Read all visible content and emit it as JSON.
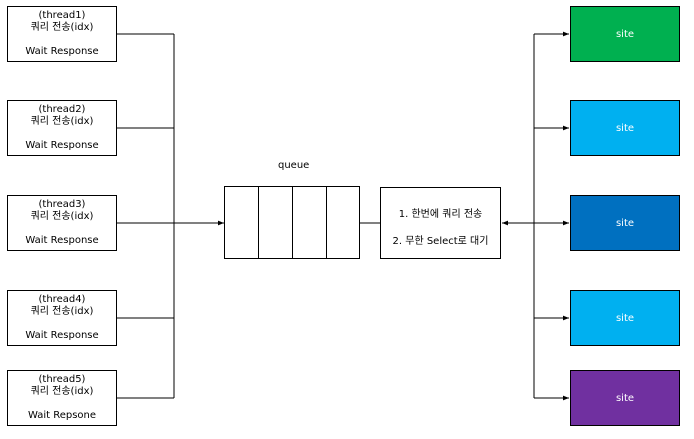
{
  "threads": [
    {
      "name": "(thread1)",
      "action": "쿼리 전송(idx)",
      "status": "Wait Response"
    },
    {
      "name": "(thread2)",
      "action": "쿼리 전송(idx)",
      "status": "Wait Response"
    },
    {
      "name": "(thread3)",
      "action": "쿼리 전송(idx)",
      "status": "Wait Response"
    },
    {
      "name": "(thread4)",
      "action": "쿼리 전송(idx)",
      "status": "Wait Response"
    },
    {
      "name": "(thread5)",
      "action": "쿼리 전송(idx)",
      "status": "Wait Repsone"
    }
  ],
  "queue": {
    "label": "queue",
    "slots": 4
  },
  "processor": {
    "line1": "1. 한번에 쿼리 전송",
    "line2": "2. 무한 Select로 대기"
  },
  "sites": [
    {
      "label": "site",
      "color": "#00b050"
    },
    {
      "label": "site",
      "color": "#00b0f0"
    },
    {
      "label": "site",
      "color": "#0070c0"
    },
    {
      "label": "site",
      "color": "#00b0f0"
    },
    {
      "label": "site",
      "color": "#7030a0"
    }
  ]
}
